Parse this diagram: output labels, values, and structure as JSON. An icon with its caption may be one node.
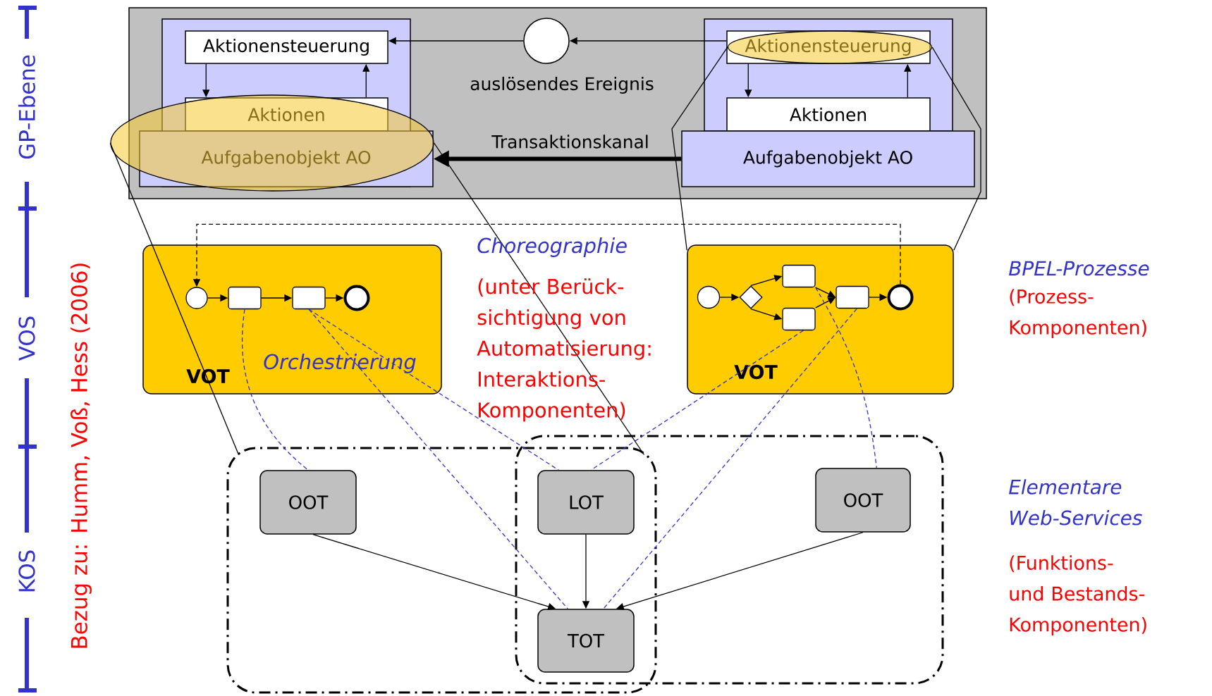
{
  "diagram": {
    "nodes": [
      {
        "text": [],
        "shape": "box"
      },
      {
        "text": [],
        "shape": "box",
        "in": 0
      },
      {
        "text": [
          "Aktionensteuerung"
        ],
        "in": 1
      },
      {
        "text": [
          "Aktionen"
        ]
      },
      {
        "text": [
          "Aufgabenobjekt AO"
        ],
        "in": 10
      },
      {
        "text": [],
        "shape": "circle",
        "in": 0,
        "beside": [
          "auslösendes Ereignis"
        ]
      },
      {
        "text": [],
        "shape": "box",
        "in": 0
      },
      {
        "text": [
          "Aktionensteuerung"
        ],
        "in": 6
      },
      {
        "text": [
          "Aktionen"
        ],
        "in": 6
      },
      {
        "text": [
          "Aufgabenobjekt AO"
        ],
        "in": 0
      },
      {
        "text": [],
        "shape": "ellipse"
      },
      {
        "text": [],
        "shape": "ellipse",
        "in": 6
      },
      {
        "text": [
          "VOT"
        ]
      },
      {
        "text": [],
        "shape": "circle",
        "in": 12
      },
      {
        "text": [],
        "shape": "box",
        "in": 12
      },
      {
        "text": [],
        "shape": "box",
        "in": 12
      },
      {
        "text": [],
        "shape": "circle",
        "in": 12
      },
      {
        "text": [
          "VOT"
        ]
      },
      {
        "text": [],
        "shape": "circle",
        "in": 17
      },
      {
        "text": [],
        "shape": "diamond",
        "in": 17
      },
      {
        "text": [],
        "shape": "box",
        "in": 17
      },
      {
        "text": [],
        "shape": "box",
        "in": 17
      },
      {
        "text": [],
        "shape": "box",
        "in": 17
      },
      {
        "text": [],
        "shape": "circle",
        "in": 17
      },
      {
        "text": [],
        "shape": "box"
      },
      {
        "text": [],
        "shape": "box"
      },
      {
        "text": [
          "OOT"
        ],
        "in": 24
      },
      {
        "text": [
          "LOT"
        ]
      },
      {
        "text": [
          "OOT"
        ],
        "in": 25
      },
      {
        "text": [
          "TOT"
        ]
      }
    ],
    "edges": [
      {
        "from": 5,
        "to": 2,
        "arrow": "to"
      },
      {
        "from": 7,
        "to": 5,
        "arrow": "to"
      },
      {
        "from": 2,
        "to": 3,
        "arrow": "to"
      },
      {
        "from": 3,
        "to": 2,
        "arrow": "to"
      },
      {
        "from": 7,
        "to": 8,
        "arrow": "to"
      },
      {
        "from": 8,
        "to": 7,
        "arrow": "to"
      },
      {
        "from": 9,
        "to": 4,
        "arrow": "to",
        "style": "thick",
        "label": "Transaktionskanal"
      },
      {
        "from": 13,
        "to": 14,
        "arrow": "to"
      },
      {
        "from": 14,
        "to": 15,
        "arrow": "to"
      },
      {
        "from": 15,
        "to": 16,
        "arrow": "to"
      },
      {
        "from": 18,
        "to": 19,
        "arrow": "to"
      },
      {
        "from": 19,
        "to": 20,
        "arrow": "to"
      },
      {
        "from": 19,
        "to": 21,
        "arrow": "to"
      },
      {
        "from": 20,
        "to": 22,
        "arrow": "to"
      },
      {
        "from": 21,
        "to": 22,
        "arrow": "to"
      },
      {
        "from": 22,
        "to": 23,
        "arrow": "to"
      },
      {
        "from": 23,
        "to": 13,
        "arrow": "to",
        "style": "dashed"
      },
      {
        "from": 26,
        "to": 29,
        "arrow": "to"
      },
      {
        "from": 27,
        "to": 29,
        "arrow": "to"
      },
      {
        "from": 28,
        "to": 29,
        "arrow": "to"
      },
      {
        "from": 14,
        "to": 26,
        "arrow": "none",
        "style": "dashed",
        "color": "#3333cc"
      },
      {
        "from": 15,
        "to": 27,
        "arrow": "none",
        "style": "dashed",
        "color": "#3333cc"
      },
      {
        "from": 15,
        "to": 29,
        "arrow": "none",
        "style": "dashed",
        "color": "#3333cc"
      },
      {
        "from": 21,
        "to": 27,
        "arrow": "none",
        "style": "dashed",
        "color": "#3333cc"
      },
      {
        "from": 20,
        "to": 28,
        "arrow": "none",
        "style": "dashed",
        "color": "#3333cc"
      },
      {
        "from": 22,
        "to": 29,
        "arrow": "none",
        "style": "dashed",
        "color": "#3333cc"
      },
      {
        "from": 10,
        "to": 24,
        "arrow": "none"
      },
      {
        "from": 10,
        "to": 24,
        "arrow": "none"
      },
      {
        "from": 11,
        "to": 17,
        "arrow": "none"
      },
      {
        "from": 11,
        "to": 17,
        "arrow": "none"
      }
    ],
    "labels": [
      "GP-Ebene",
      "VOS",
      "KOS",
      "Bezug zu: Humm, Voß, Hess (2006)",
      "Choreographie",
      "(unter Berück- sichtigung von Automatisierung: Interaktions- Komponenten)",
      "Orchestrierung",
      "BPEL-Prozesse",
      "(Prozess- Komponenten)",
      "Elementare Web-Services",
      "(Funktions- und Bestands- Komponenten)"
    ]
  }
}
